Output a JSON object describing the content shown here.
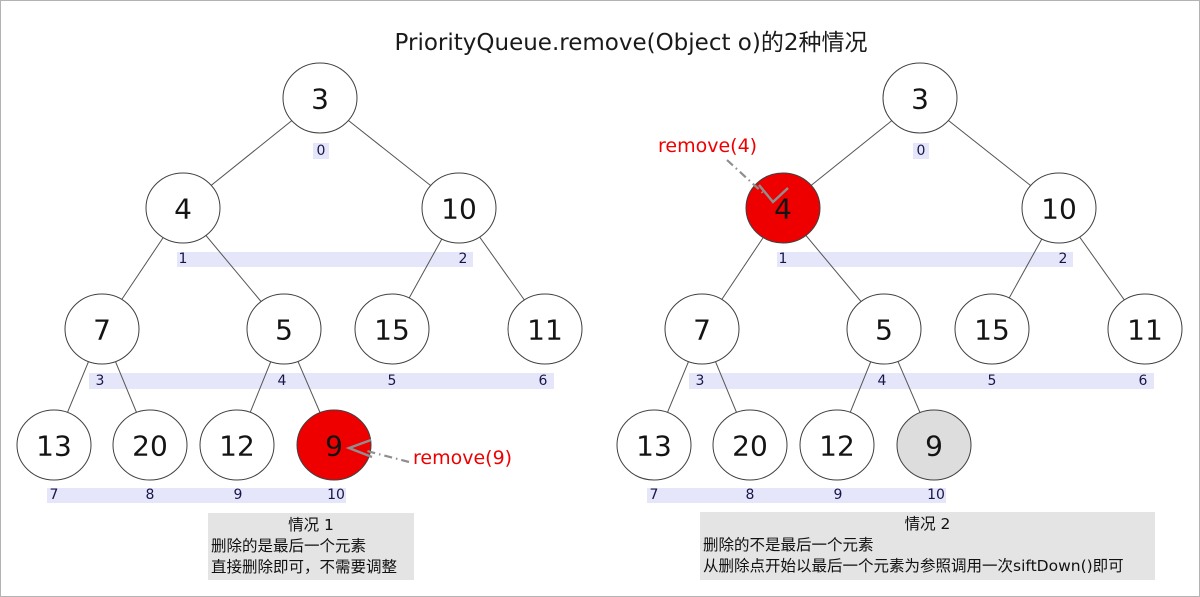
{
  "title": "PriorityQueue.remove(Object o)的2种情况",
  "index_labels": [
    "0",
    "1",
    "2",
    "3",
    "4",
    "5",
    "6",
    "7",
    "8",
    "9",
    "10"
  ],
  "colors": {
    "node_fill": "#ffffff",
    "node_stroke": "#404040",
    "edge": "#555555",
    "node_text": "#141414",
    "removed_red": "#ee0000",
    "last_gray": "#dddddd",
    "band": "#e6e6fa",
    "index_text": "#16164a",
    "caption_bg": "#e4e4e4",
    "annotation_red": "#ee0000",
    "arrow": "#8f8f8f"
  },
  "cases": [
    {
      "name": "情况 1",
      "heap": [
        "3",
        "4",
        "10",
        "7",
        "5",
        "15",
        "11",
        "13",
        "20",
        "12",
        "9"
      ],
      "highlights": [
        {
          "index": 10,
          "style": "removed_red"
        }
      ],
      "remove_annotation": "remove(9)",
      "caption": {
        "heading": "情况 1",
        "lines": [
          "删除的是最后一个元素",
          "直接删除即可，不需要调整"
        ]
      }
    },
    {
      "name": "情况 2",
      "heap": [
        "3",
        "4",
        "10",
        "7",
        "5",
        "15",
        "11",
        "13",
        "20",
        "12",
        "9"
      ],
      "highlights": [
        {
          "index": 1,
          "style": "removed_red"
        },
        {
          "index": 10,
          "style": "last_gray"
        }
      ],
      "remove_annotation": "remove(4)",
      "caption": {
        "heading": "情况 2",
        "lines": [
          "删除的不是最后一个元素",
          "从删除点开始以最后一个元素为参照调用一次siftDown()即可"
        ]
      }
    }
  ]
}
